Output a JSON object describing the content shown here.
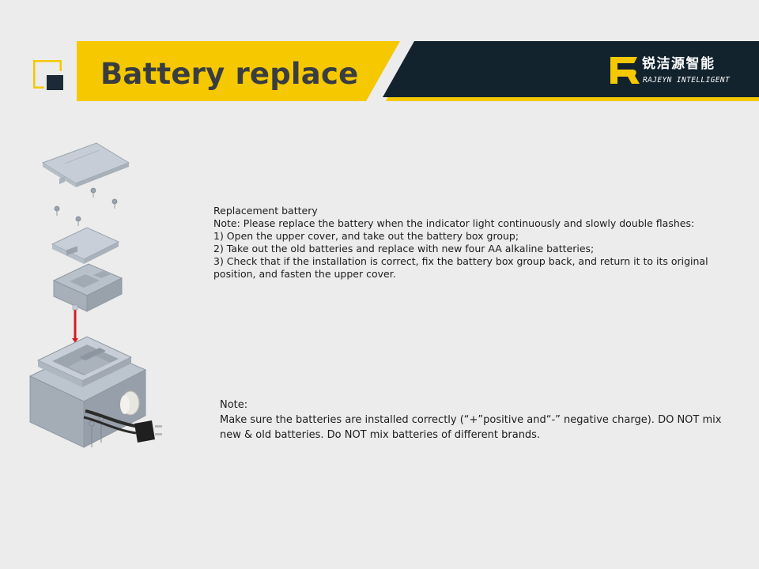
{
  "header": {
    "title": "Battery replace",
    "brand_name_cn": "锐洁源智能",
    "brand_name_en": "RAJEYN INTELLIGENT",
    "accent_color": "#f5c800",
    "dark_color": "#12232e"
  },
  "instructions": {
    "heading": "Replacement battery",
    "lines": [
      "Note: Please replace the battery when the indicator light continuously and slowly double flashes:",
      "1) Open the upper cover, and take out the battery box group;",
      "2) Take out the old batteries and replace with new four AA alkaline batteries;",
      "3) Check that if the installation is correct, fix the battery box group back, and return it to its original position, and fasten the upper cover."
    ]
  },
  "note": {
    "heading": "Note:",
    "text": "Make sure the batteries are installed correctly (“+”positive  and“-” negative charge). DO NOT mix new & old batteries. Do NOT mix batteries of different brands."
  }
}
